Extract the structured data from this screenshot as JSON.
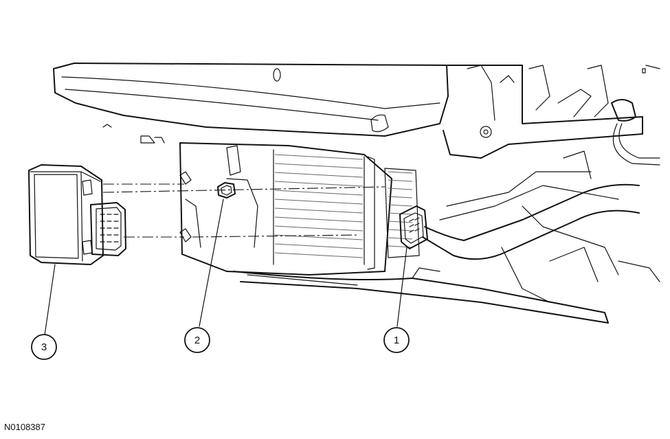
{
  "figure_id": "N0108387",
  "callouts": [
    {
      "number": "1"
    },
    {
      "number": "2"
    },
    {
      "number": "3"
    }
  ]
}
